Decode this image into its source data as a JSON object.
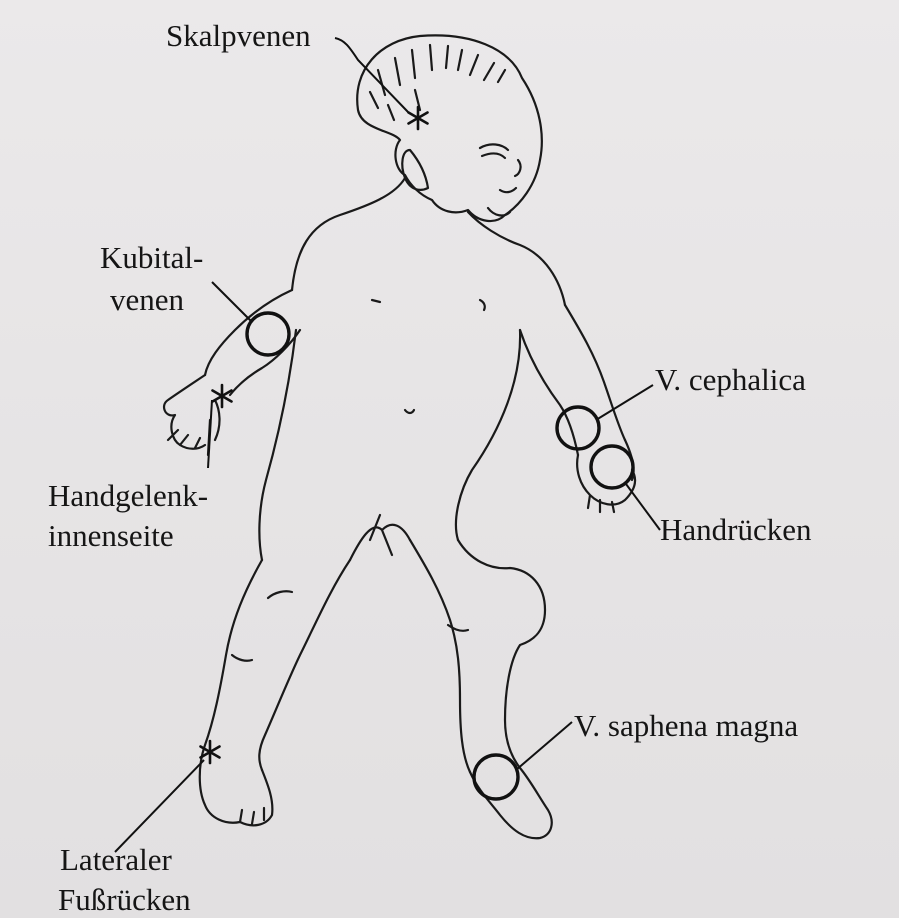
{
  "labels": {
    "skalpvenen": "Skalpvenen",
    "kubital_line1": "Kubital-",
    "kubital_line2": "venen",
    "cephalica": "V. cephalica",
    "handgelenk_line1": "Handgelenk-",
    "handgelenk_line2": "innenseite",
    "handruecken": "Handrücken",
    "saphena": "V. saphena magna",
    "fuss_line1": "Lateraler",
    "fuss_line2": "Fußrücken"
  },
  "legend_markers": {
    "circle": "venous access site (circle)",
    "asterisk": "venous access site (asterisk)"
  },
  "colors": {
    "background": "#e7e5e6",
    "ink": "#151515",
    "bleed_text": "#cfcdcf"
  }
}
